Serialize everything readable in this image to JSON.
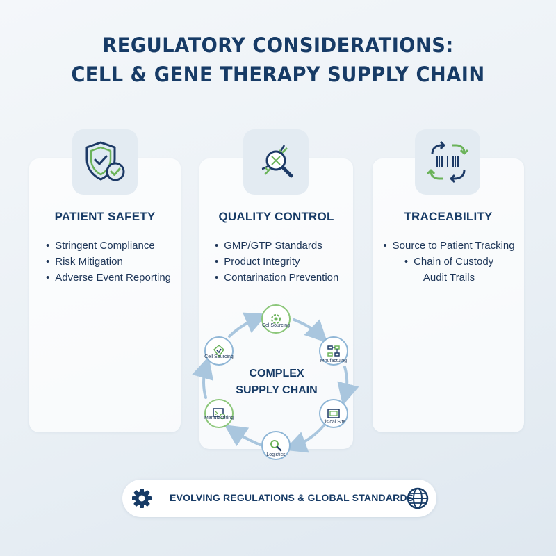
{
  "title": {
    "line1": "REGULATORY CONSIDERATIONS:",
    "line2": "CELL & GENE THERAPY SUPPLY CHAIN"
  },
  "pillars": [
    {
      "title": "PATIENT SAFETY",
      "icon": "shield-check-icon",
      "items": [
        "Stringent Compliance",
        "Risk Mitigation",
        "Adverse Event Reporting"
      ]
    },
    {
      "title": "QUALITY CONTROL",
      "icon": "dna-magnifier-icon",
      "items": [
        "GMP/GTP Standards",
        "Product Integrity",
        "Contarination Prevention"
      ]
    },
    {
      "title": "TRACEABILITY",
      "icon": "barcode-cycle-icon",
      "items": [
        "Source to Patient Tracking",
        "Chain of Custody",
        "Audit Trails"
      ]
    }
  ],
  "supply_chain": {
    "center_line1": "COMPLEX",
    "center_line2": "SUPPLY CHAIN",
    "nodes": [
      {
        "label": "Cel Sourcing",
        "icon": "gear-icon"
      },
      {
        "label": "Mnufactuing",
        "icon": "flowchart-icon"
      },
      {
        "label": "Clsical Site",
        "icon": "site-icon"
      },
      {
        "label": "Logistics",
        "icon": "magnifier-icon"
      },
      {
        "label": "Manufactiring",
        "icon": "monitor-check-icon"
      },
      {
        "label": "Cell Sourcing",
        "icon": "cell-icon"
      }
    ]
  },
  "footer": {
    "text": "EVOLVING REGULATIONS & GLOBAL STANDARDS",
    "left_icon": "gear-icon",
    "right_icon": "globe-icon"
  },
  "colors": {
    "navy": "#173b66",
    "green": "#6bb35a",
    "blue": "#8fb6d6"
  }
}
